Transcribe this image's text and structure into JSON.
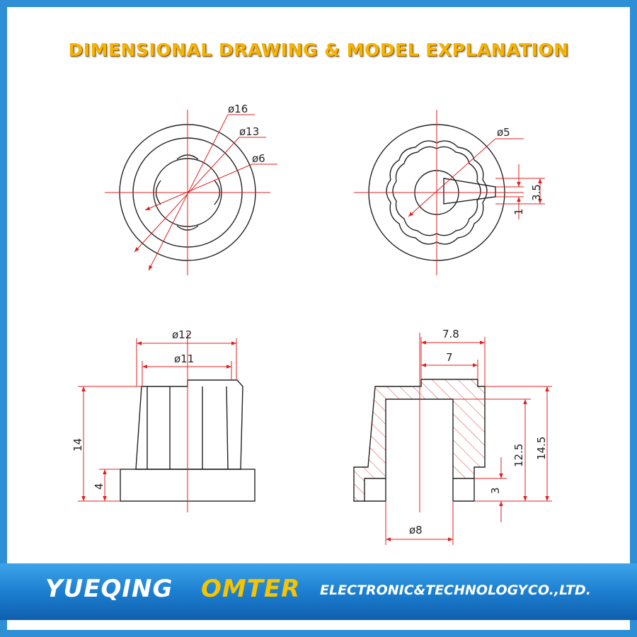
{
  "header": {
    "title": "DIMENSIONAL  DRAWING & MODEL EXPLANATION"
  },
  "views": {
    "top_left": {
      "d16": "ø16",
      "d13": "ø13",
      "d6": "ø6"
    },
    "top_right": {
      "d5": "ø5",
      "h35": "3.5",
      "h1": "1"
    },
    "side": {
      "d12": "ø12",
      "d11": "ø11",
      "h14": "14",
      "h4": "4"
    },
    "section": {
      "w78": "7.8",
      "w7": "7",
      "h125": "12.5",
      "h145": "14.5",
      "h3": "3",
      "d8": "ø8"
    }
  },
  "footer": {
    "company_part1": "YUEQING",
    "company_part2": "OMTER",
    "company_part3": "ELECTRONIC&TECHNOLOGY",
    "company_part4": "CO.,LTD."
  },
  "colors": {
    "frame": "#2f8fd6",
    "title": "#f6b400",
    "dimension": "#e02020",
    "outline": "#222222",
    "brand_yellow": "#f6c400"
  }
}
